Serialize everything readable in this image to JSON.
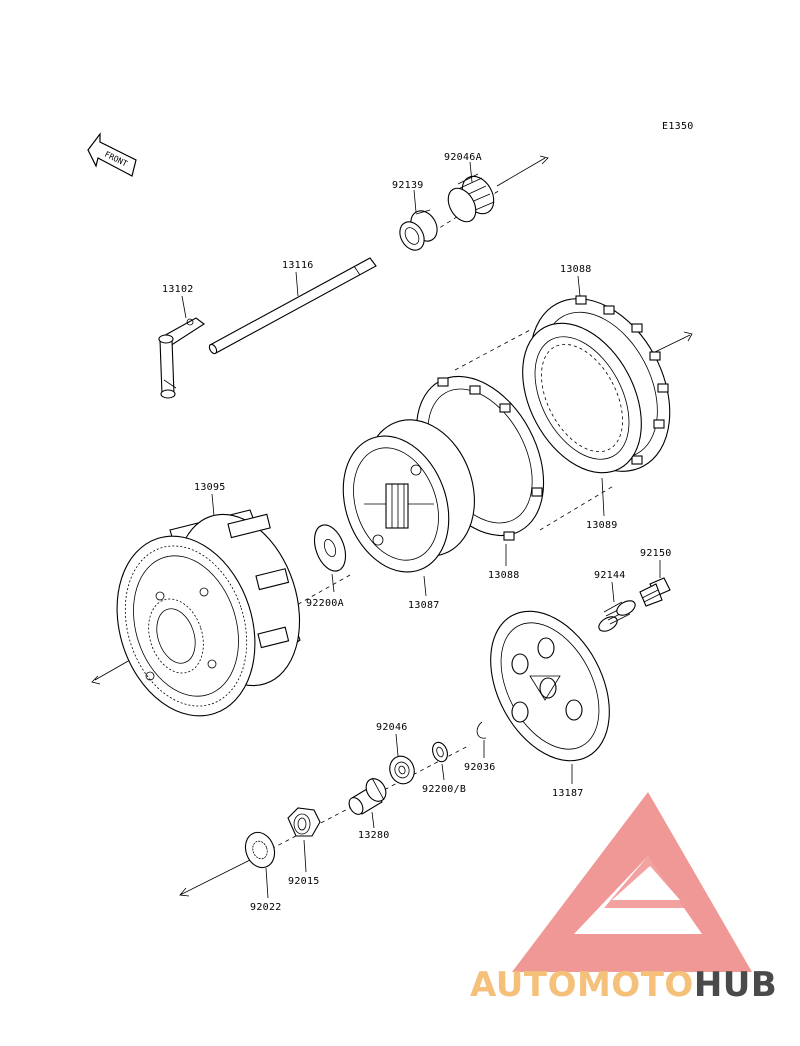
{
  "diagram_code": "E1350",
  "front_label": "FRONT",
  "parts": {
    "p92046A": "92046A",
    "p92139": "92139",
    "p13116": "13116",
    "p13102": "13102",
    "p13088_top": "13088",
    "p13089": "13089",
    "p13095": "13095",
    "p92200A": "92200A",
    "p13087": "13087",
    "p13088_bottom": "13088",
    "p92150": "92150",
    "p92144": "92144",
    "p92046": "92046",
    "p92200B": "92200/B",
    "p92036": "92036",
    "p13187": "13187",
    "p13280": "13280",
    "p92015": "92015",
    "p92022": "92022"
  },
  "watermark": {
    "part1": "AUTOMOTO",
    "part2": "HUB",
    "color1": "#f5c07a",
    "color2": "#4a4a4a",
    "logo_color": "#ee8a87"
  }
}
